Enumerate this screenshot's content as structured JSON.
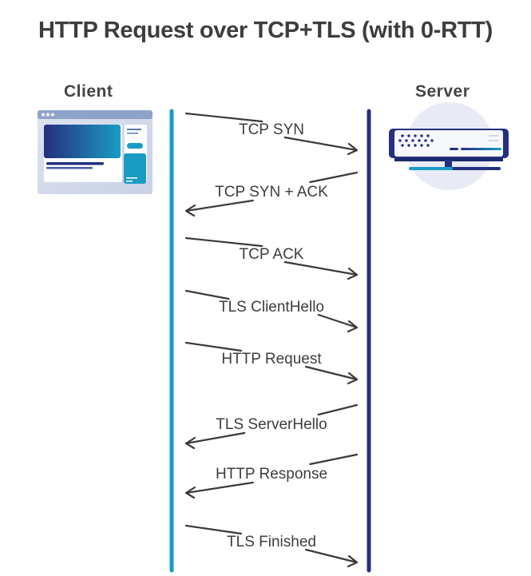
{
  "title": "HTTP Request over TCP+TLS (with 0-RTT)",
  "actors": {
    "client": {
      "label": "Client",
      "icon": "browser-window-icon",
      "lifeline_color": "#1a9bc4"
    },
    "server": {
      "label": "Server",
      "icon": "server-rack-icon",
      "lifeline_color": "#25307e"
    }
  },
  "colors": {
    "arrow": "#3a3a3a",
    "text": "#3d3d3d",
    "accent_blue": "#1a9bc4",
    "accent_navy": "#25307e",
    "icon_bg": "#e6e9f4"
  },
  "messages": [
    {
      "label": "TCP SYN",
      "direction": "client-to-server"
    },
    {
      "label": "TCP SYN + ACK",
      "direction": "server-to-client"
    },
    {
      "label": "TCP ACK",
      "direction": "client-to-server"
    },
    {
      "label": "TLS ClientHello",
      "direction": "client-to-server"
    },
    {
      "label": "HTTP Request",
      "direction": "client-to-server"
    },
    {
      "label": "TLS ServerHello",
      "direction": "server-to-client"
    },
    {
      "label": "HTTP Response",
      "direction": "server-to-client"
    },
    {
      "label": "TLS Finished",
      "direction": "client-to-server"
    }
  ]
}
